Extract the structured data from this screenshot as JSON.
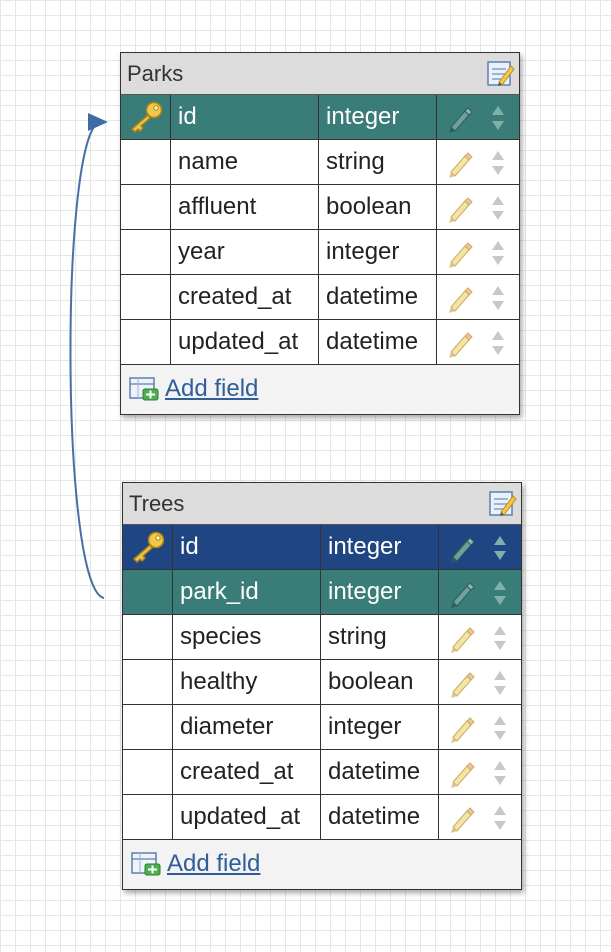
{
  "colors": {
    "primary_key_row": "#3a7d78",
    "selected_key_row": "#1f4683",
    "foreign_key_row": "#3a7d78",
    "relation_line": "#4a6fa5",
    "link": "#2f5d9a"
  },
  "tables": {
    "parks": {
      "title": "Parks",
      "add_field_label": "Add field",
      "fields": [
        {
          "name": "id",
          "type": "integer"
        },
        {
          "name": "name",
          "type": "string"
        },
        {
          "name": "affluent",
          "type": "boolean"
        },
        {
          "name": "year",
          "type": "integer"
        },
        {
          "name": "created_at",
          "type": "datetime"
        },
        {
          "name": "updated_at",
          "type": "datetime"
        }
      ]
    },
    "trees": {
      "title": "Trees",
      "add_field_label": "Add field",
      "fields": [
        {
          "name": "id",
          "type": "integer"
        },
        {
          "name": "park_id",
          "type": "integer"
        },
        {
          "name": "species",
          "type": "string"
        },
        {
          "name": "healthy",
          "type": "boolean"
        },
        {
          "name": "diameter",
          "type": "integer"
        },
        {
          "name": "created_at",
          "type": "datetime"
        },
        {
          "name": "updated_at",
          "type": "datetime"
        }
      ]
    }
  },
  "icons": {
    "primary_key": "key-icon",
    "edit_field": "pencil-icon",
    "reorder": "sort-arrows-icon",
    "edit_table": "edit-table-icon",
    "add_field": "add-field-icon"
  }
}
